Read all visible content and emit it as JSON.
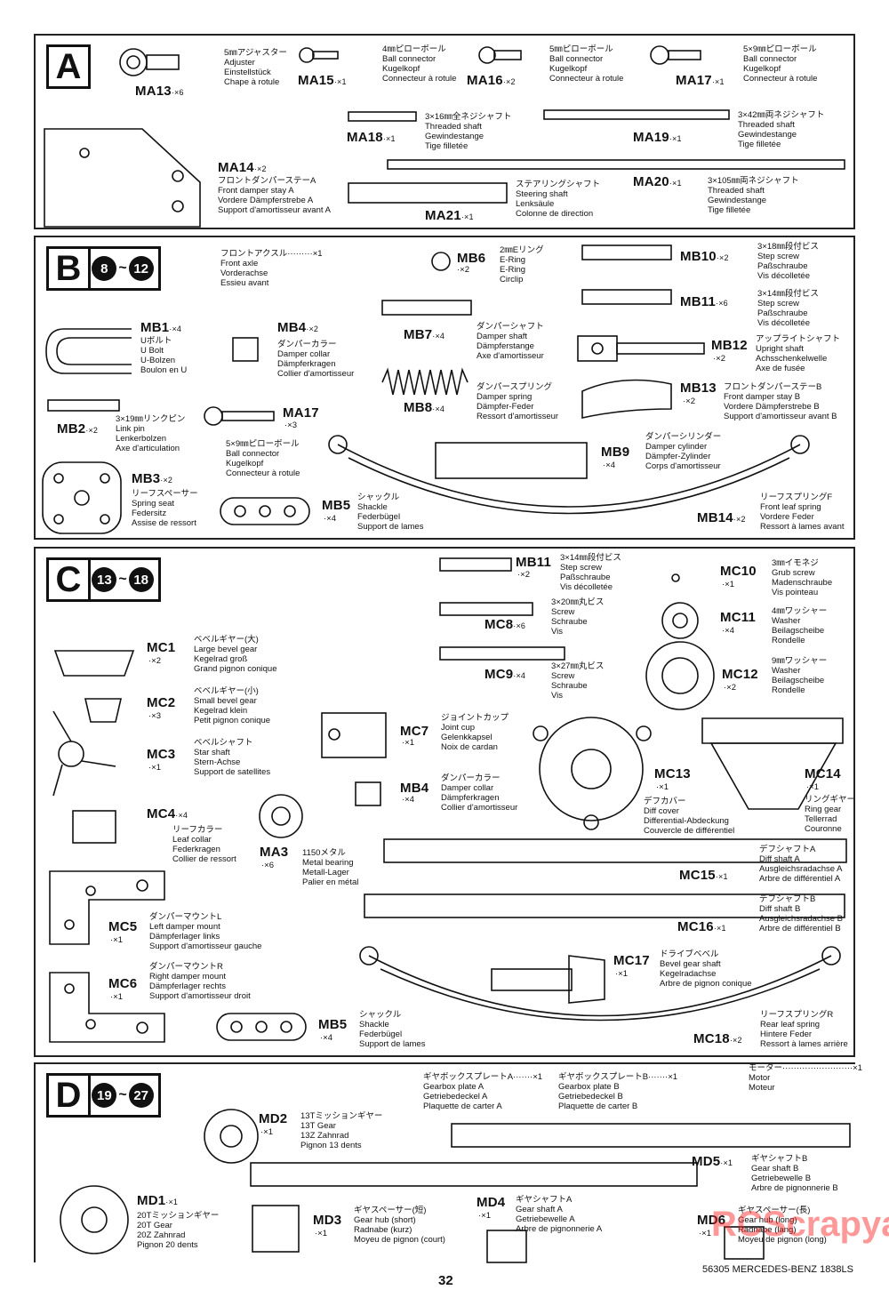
{
  "sections": {
    "A": {
      "letter": "A"
    },
    "B": {
      "letter": "B",
      "step_from": "8",
      "step_to": "12"
    },
    "C": {
      "letter": "C",
      "step_from": "13",
      "step_to": "18"
    },
    "D": {
      "letter": "D",
      "step_from": "19",
      "step_to": "27"
    }
  },
  "parts": {
    "MA13": {
      "code": "MA13",
      "qty": "·×6",
      "l": [
        "5㎜アジャスター",
        "Adjuster",
        "Einstellstück",
        "Chape à rotule"
      ]
    },
    "MA15": {
      "code": "MA15",
      "qty": "·×1",
      "l": [
        "4㎜ピローボール",
        "Ball connector",
        "Kugelkopf",
        "Connecteur à rotule"
      ]
    },
    "MA16": {
      "code": "MA16",
      "qty": "·×2",
      "l": [
        "5㎜ピローボール",
        "Ball connector",
        "Kugelkopf",
        "Connecteur à rotule"
      ]
    },
    "MA17": {
      "code": "MA17",
      "qty": "·×1",
      "l": [
        "5×9㎜ピローボール",
        "Ball connector",
        "Kugelkopf",
        "Connecteur à rotule"
      ]
    },
    "MA18": {
      "code": "MA18",
      "qty": "·×1",
      "l": [
        "3×16㎜全ネジシャフト",
        "Threaded shaft",
        "Gewindestange",
        "Tige filletée"
      ]
    },
    "MA19": {
      "code": "MA19",
      "qty": "·×1",
      "l": [
        "3×42㎜両ネジシャフト",
        "Threaded shaft",
        "Gewindestange",
        "Tige filletée"
      ]
    },
    "MA14": {
      "code": "MA14",
      "qty": "·×2",
      "l": [
        "フロントダンパーステーA",
        "Front damper stay A",
        "Vordere Dämpferstrebe A",
        "Support d'amortisseur avant A"
      ]
    },
    "MA20": {
      "code": "MA20",
      "qty": "·×1",
      "l": [
        "3×105㎜両ネジシャフト",
        "Threaded shaft",
        "Gewindestange",
        "Tige filletée"
      ]
    },
    "MA21": {
      "code": "MA21",
      "qty": "·×1",
      "l": [
        "ステアリングシャフト",
        "Steering shaft",
        "Lenksäule",
        "Colonne de direction"
      ]
    },
    "FRONTAXLE": {
      "code": "",
      "qty": "",
      "l": [
        "フロントアクスル·········×1",
        "Front axle",
        "Vorderachse",
        "Essieu avant"
      ]
    },
    "MB6": {
      "code": "MB6",
      "qty": "·×2",
      "l": [
        "2㎜Eリング",
        "E-Ring",
        "E-Ring",
        "Circlip"
      ]
    },
    "MB10": {
      "code": "MB10",
      "qty": "·×2",
      "l": [
        "3×18㎜段付ビス",
        "Step screw",
        "Paßschraube",
        "Vis décolletée"
      ]
    },
    "MB11b": {
      "code": "MB11",
      "qty": "·×6",
      "l": [
        "3×14㎜段付ビス",
        "Step screw",
        "Paßschraube",
        "Vis décolletée"
      ]
    },
    "MB1": {
      "code": "MB1",
      "qty": "·×4",
      "l": [
        "Uボルト",
        "U Bolt",
        "U-Bolzen",
        "Boulon en U"
      ]
    },
    "MB4b": {
      "code": "MB4",
      "qty": "·×2",
      "l": [
        "ダンパーカラー",
        "Damper collar",
        "Dämpferkragen",
        "Collier d'amortisseur"
      ]
    },
    "MB7": {
      "code": "MB7",
      "qty": "·×4",
      "l": [
        "ダンパーシャフト",
        "Damper shaft",
        "Dämpferstange",
        "Axe d'amortisseur"
      ]
    },
    "MB12": {
      "code": "MB12",
      "qty": "·×2",
      "l": [
        "アップライトシャフト",
        "Upright shaft",
        "Achsschenkelwelle",
        "Axe de fusée"
      ]
    },
    "MB8": {
      "code": "MB8",
      "qty": "·×4",
      "l": [
        "ダンパースプリング",
        "Damper spring",
        "Dämpfer-Feder",
        "Ressort d'amortisseur"
      ]
    },
    "MB13": {
      "code": "MB13",
      "qty": "·×2",
      "l": [
        "フロントダンパーステーB",
        "Front damper stay B",
        "Vordere Dämpferstrebe B",
        "Support d'amortisseur avant B"
      ]
    },
    "MB2": {
      "code": "MB2",
      "qty": "·×2",
      "l": [
        "3×19㎜リンクピン",
        "Link pin",
        "Lenkerbolzen",
        "Axe d'articulation"
      ]
    },
    "MA17b": {
      "code": "MA17",
      "qty": "·×3",
      "l": [
        "5×9㎜ピローボール",
        "Ball connector",
        "Kugelkopf",
        "Connecteur à rotule"
      ]
    },
    "MB9": {
      "code": "MB9",
      "qty": "·×4",
      "l": [
        "ダンパーシリンダー",
        "Damper cylinder",
        "Dämpfer-Zylinder",
        "Corps d'amortisseur"
      ]
    },
    "MB3": {
      "code": "MB3",
      "qty": "·×2",
      "l": [
        "リーフスペーサー",
        "Spring seat",
        "Federsitz",
        "Assise de ressort"
      ]
    },
    "MB5b": {
      "code": "MB5",
      "qty": "·×4",
      "l": [
        "シャックル",
        "Shackle",
        "Federbügel",
        "Support de lames"
      ]
    },
    "MB14": {
      "code": "MB14",
      "qty": "·×2",
      "l": [
        "リーフスプリングF",
        "Front leaf spring",
        "Vordere Feder",
        "Ressort à lames avant"
      ]
    },
    "MB11c": {
      "code": "MB11",
      "qty": "·×2",
      "l": [
        "3×14㎜段付ビス",
        "Step screw",
        "Paßschraube",
        "Vis décolletée"
      ]
    },
    "MC10": {
      "code": "MC10",
      "qty": "·×1",
      "l": [
        "3㎜イモネジ",
        "Grub screw",
        "Madenschraube",
        "Vis pointeau"
      ]
    },
    "MC8": {
      "code": "MC8",
      "qty": "·×6",
      "l": [
        "3×20㎜丸ビス",
        "Screw",
        "Schraube",
        "Vis"
      ]
    },
    "MC11": {
      "code": "MC11",
      "qty": "·×4",
      "l": [
        "4㎜ワッシャー",
        "Washer",
        "Beilagscheibe",
        "Rondelle"
      ]
    },
    "MC1": {
      "code": "MC1",
      "qty": "·×2",
      "l": [
        "ベベルギヤー(大)",
        "Large bevel gear",
        "Kegelrad groß",
        "Grand pignon conique"
      ]
    },
    "MC9": {
      "code": "MC9",
      "qty": "·×4",
      "l": [
        "3×27㎜丸ビス",
        "Screw",
        "Schraube",
        "Vis"
      ]
    },
    "MC12": {
      "code": "MC12",
      "qty": "·×2",
      "l": [
        "9㎜ワッシャー",
        "Washer",
        "Beilagscheibe",
        "Rondelle"
      ]
    },
    "MC2": {
      "code": "MC2",
      "qty": "·×3",
      "l": [
        "ベベルギヤー(小)",
        "Small bevel gear",
        "Kegelrad klein",
        "Petit pignon conique"
      ]
    },
    "MC7": {
      "code": "MC7",
      "qty": "·×1",
      "l": [
        "ジョイントカップ",
        "Joint cup",
        "Gelenkkapsel",
        "Noix de cardan"
      ]
    },
    "MC3": {
      "code": "MC3",
      "qty": "·×1",
      "l": [
        "ベベルシャフト",
        "Star shaft",
        "Stern-Achse",
        "Support de satellites"
      ]
    },
    "MC13": {
      "code": "MC13",
      "qty": "·×1",
      "l": [
        "デフカバー",
        "Diff cover",
        "Differential-Abdeckung",
        "Couvercle de différentiel"
      ]
    },
    "MC14": {
      "code": "MC14",
      "qty": "·×1",
      "l": [
        "リングギヤー",
        "Ring gear",
        "Tellerrad",
        "Couronne"
      ]
    },
    "MB4c": {
      "code": "MB4",
      "qty": "·×4",
      "l": [
        "ダンパーカラー",
        "Damper collar",
        "Dämpferkragen",
        "Collier d'amortisseur"
      ]
    },
    "MC4": {
      "code": "MC4",
      "qty": "·×4",
      "l": [
        "リーフカラー",
        "Leaf collar",
        "Federkragen",
        "Collier de ressort"
      ]
    },
    "MA3": {
      "code": "MA3",
      "qty": "·×6",
      "l": [
        "1150メタル",
        "Metal bearing",
        "Metall-Lager",
        "Palier en métal"
      ]
    },
    "MC15": {
      "code": "MC15",
      "qty": "·×1",
      "l": [
        "デフシャフトA",
        "Diff shaft A",
        "Ausgleichsradachse A",
        "Arbre de différentiel A"
      ]
    },
    "MC16": {
      "code": "MC16",
      "qty": "·×1",
      "l": [
        "デフシャフトB",
        "Diff shaft B",
        "Ausgleichsradachse B",
        "Arbre de différentiel B"
      ]
    },
    "MC5": {
      "code": "MC5",
      "qty": "·×1",
      "l": [
        "ダンパーマウントL",
        "Left damper mount",
        "Dämpferlager links",
        "Support d'amortisseur gauche"
      ]
    },
    "MC17": {
      "code": "MC17",
      "qty": "·×1",
      "l": [
        "ドライブベベル",
        "Bevel gear shaft",
        "Kegelradachse",
        "Arbre de pignon conique"
      ]
    },
    "MC6": {
      "code": "MC6",
      "qty": "·×1",
      "l": [
        "ダンパーマウントR",
        "Right damper mount",
        "Dämpferlager rechts",
        "Support d'amortisseur droit"
      ]
    },
    "MB5c": {
      "code": "MB5",
      "qty": "·×4",
      "l": [
        "シャックル",
        "Shackle",
        "Federbügel",
        "Support de lames"
      ]
    },
    "MC18": {
      "code": "MC18",
      "qty": "·×2",
      "l": [
        "リーフスプリングR",
        "Rear leaf spring",
        "Hintere Feder",
        "Ressort à lames arrière"
      ]
    },
    "MOTOR": {
      "code": "",
      "qty": "",
      "l": [
        "モーター·························×1",
        "Motor",
        "Moteur"
      ]
    },
    "GBA": {
      "code": "",
      "qty": "",
      "l": [
        "ギヤボックスプレートA·······×1",
        "Gearbox plate A",
        "Getriebedeckel A",
        "Plaquette de carter A"
      ]
    },
    "GBB": {
      "code": "",
      "qty": "",
      "l": [
        "ギヤボックスプレートB·······×1",
        "Gearbox plate B",
        "Getriebedeckel B",
        "Plaquette de carter B"
      ]
    },
    "MD2": {
      "code": "MD2",
      "qty": "·×1",
      "l": [
        "13Tミッションギヤー",
        "13T Gear",
        "13Z Zahnrad",
        "Pignon 13 dents"
      ]
    },
    "MD5": {
      "code": "MD5",
      "qty": "·×1",
      "l": [
        "ギヤシャフトB",
        "Gear shaft B",
        "Getriebewelle B",
        "Arbre de pignonnerie B"
      ]
    },
    "MD1": {
      "code": "MD1",
      "qty": "·×1",
      "l": [
        "20Tミッションギヤー",
        "20T Gear",
        "20Z Zahnrad",
        "Pignon 20 dents"
      ]
    },
    "MD4": {
      "code": "MD4",
      "qty": "·×1",
      "l": [
        "ギヤシャフトA",
        "Gear shaft A",
        "Getriebewelle A",
        "Arbre de pignonnerie A"
      ]
    },
    "MD3": {
      "code": "MD3",
      "qty": "·×1",
      "l": [
        "ギヤスペーサー(短)",
        "Gear hub (short)",
        "Radnabe (kurz)",
        "Moyeu de pignon (court)"
      ]
    },
    "MD6": {
      "code": "MD6",
      "qty": "·×1",
      "l": [
        "ギヤスペーサー(長)",
        "Gear hub (long)",
        "Radnabe (lang)",
        "Moyeu de pignon (long)"
      ]
    }
  },
  "footer": {
    "model": "56305 MERCEDES-BENZ 1838LS",
    "page": "32"
  },
  "watermark": "RCScrapyard.net",
  "colors": {
    "ink": "#111111",
    "watermark": "#ff2020"
  }
}
